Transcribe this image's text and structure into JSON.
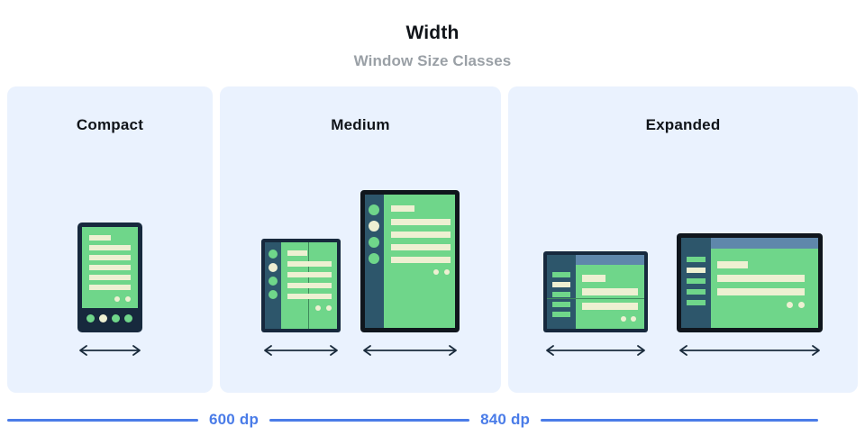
{
  "header": {
    "title": "Width",
    "subtitle": "Window Size Classes"
  },
  "panels": [
    {
      "id": "compact",
      "label": "Compact",
      "devices": [
        {
          "name": "phone",
          "type": "phone-portrait",
          "arrow": "double-headed-horizontal-arrow",
          "content_lines": 6,
          "nav_items": 4,
          "nav_active_index": 1
        }
      ]
    },
    {
      "id": "medium",
      "label": "Medium",
      "devices": [
        {
          "name": "foldable-portrait",
          "type": "foldable-portrait",
          "arrow": "double-headed-horizontal-arrow",
          "content_lines": 5,
          "rail_items": 4,
          "rail_active_index": 1,
          "has_fold_seam": true
        },
        {
          "name": "tablet-portrait",
          "type": "tablet-portrait",
          "arrow": "double-headed-horizontal-arrow",
          "content_lines": 5,
          "rail_items": 4,
          "rail_active_index": 1
        }
      ]
    },
    {
      "id": "expanded",
      "label": "Expanded",
      "devices": [
        {
          "name": "foldable-landscape",
          "type": "foldable-landscape",
          "arrow": "double-headed-horizontal-arrow",
          "content_lines": 3,
          "rail_items": 5,
          "rail_active_index": 1,
          "has_top_bar": true,
          "has_fold_seam": true
        },
        {
          "name": "tablet-landscape",
          "type": "tablet-landscape",
          "arrow": "double-headed-horizontal-arrow",
          "content_lines": 3,
          "rail_items": 5,
          "rail_active_index": 1,
          "has_top_bar": true
        }
      ]
    }
  ],
  "scale": {
    "breakpoints": [
      {
        "label": "600 dp"
      },
      {
        "label": "840 dp"
      }
    ]
  },
  "colors": {
    "page_background": "#ffffff",
    "panel_background": "#eaf2fe",
    "title_text": "#101419",
    "subtitle_text": "#9aa0a6",
    "accent_blue": "#4a7ce8",
    "device_frame_navy": "#17293d",
    "device_frame_black": "#10161d",
    "screen_green": "#6fd68a",
    "content_cream": "#eef0d2",
    "rail_teal": "#2d566b",
    "top_bar_blue_grey": "#5f87ab",
    "arrow_navy": "#1a2b3c"
  }
}
